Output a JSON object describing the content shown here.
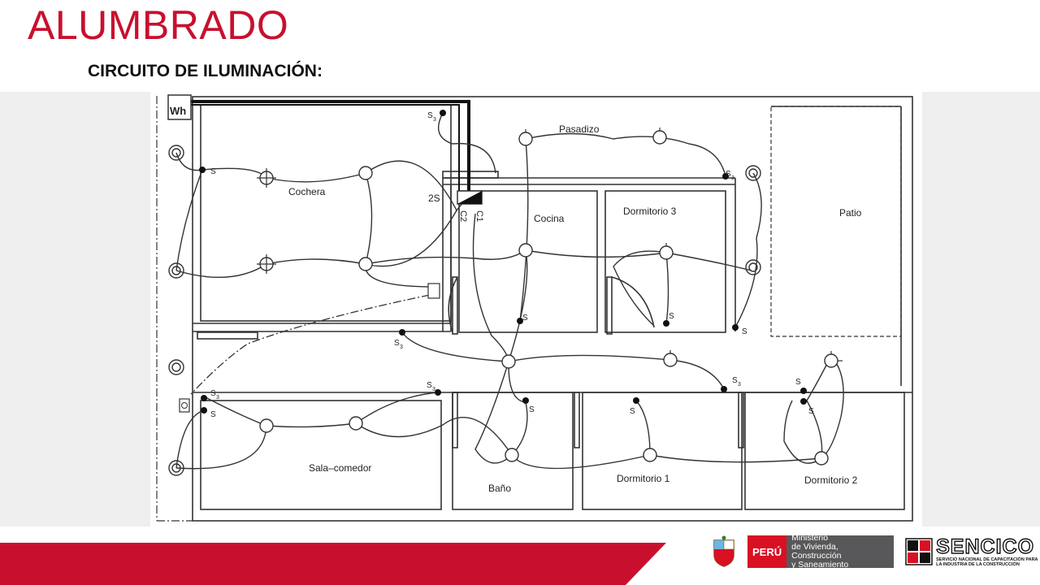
{
  "header": {
    "title": "ALUMBRADO",
    "subtitle": "CIRCUITO DE ILUMINACIÓN:"
  },
  "plan": {
    "meter_label": "Wh",
    "panel_label": "2S",
    "circuit_1": "C1",
    "circuit_2": "C2",
    "rooms": {
      "cochera": "Cochera",
      "pasadizo": "Pasadizo",
      "cocina": "Cocina",
      "dormitorio3": "Dormitorio 3",
      "patio": "Patio",
      "sala": "Sala–comedor",
      "bano": "Baño",
      "dormitorio1": "Dormitorio 1",
      "dormitorio2": "Dormitorio 2"
    },
    "switch_simple": "S",
    "switch_three_way": "S",
    "three_way_sub": "3"
  },
  "footer": {
    "peru": "PERÚ",
    "ministry_line1": "Ministerio",
    "ministry_line2": "de Vivienda, Construcción",
    "ministry_line3": "y Saneamiento",
    "sencico_name": "SENCICO",
    "sencico_sub": "SERVICIO NACIONAL DE CAPACITACIÓN PARA LA INDUSTRIA DE LA CONSTRUCCIÓN"
  },
  "colors": {
    "accent": "#c8102e",
    "peru_red": "#d91023",
    "ministry_gray": "#58585a"
  }
}
